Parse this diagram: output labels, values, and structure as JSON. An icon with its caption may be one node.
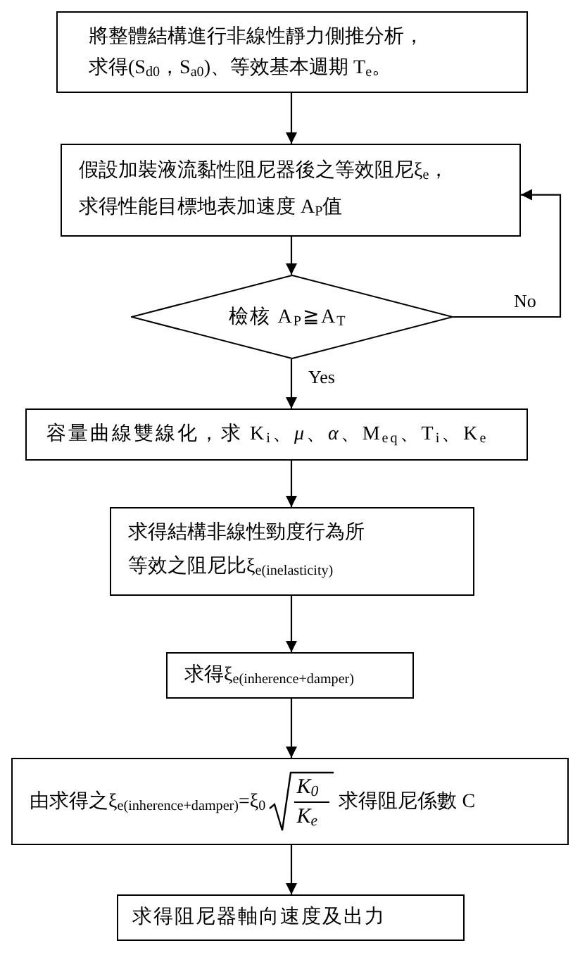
{
  "diagram": {
    "nodes": [
      {
        "text": [
          "將整體結構進行非線性靜力側推分析，求得(S$_{d0}$，S$_{a0}$)、等效基本週期 T$_{e}$。"
        ]
      },
      {
        "text": [
          "假設加裝液流黏性阻尼器後之等效阻尼ξ$_{e}$，求得性能目標地表加速度 A$_{P}$值"
        ]
      },
      {
        "text": [
          "檢核 A$_{P}$≧A$_{T}$"
        ]
      },
      {
        "text": [
          "容量曲線雙線化，求 K$_{i}$、*μ*、*α*、M$_{eq}$、T$_{i}$、K$_{e}$"
        ]
      },
      {
        "text": [
          "求得結構非線性勁度行為所等效之阻尼比ξ$_{e(inelasticity)}$"
        ]
      },
      {
        "text": [
          "求得ξ$_{e(inherence+damper)}$"
        ]
      },
      {
        "text": [
          "由求得之ξ$_{e(inherence+damper)}$=ξ$_{0}$",
          "K$_{0}$",
          "K$_{e}$",
          "求得阻尼係數 C"
        ]
      },
      {
        "text": [
          "求得阻尼器軸向速度及出力"
        ]
      }
    ],
    "edges": [
      {
        "from": 0,
        "to": 1,
        "arrow": "to"
      },
      {
        "from": 1,
        "to": 2,
        "arrow": "to"
      },
      {
        "from": 2,
        "to": 1,
        "arrow": "to",
        "label": "No"
      },
      {
        "from": 2,
        "to": 3,
        "arrow": "to",
        "label": "Yes"
      },
      {
        "from": 3,
        "to": 4,
        "arrow": "to"
      },
      {
        "from": 4,
        "to": 5,
        "arrow": "to"
      },
      {
        "from": 5,
        "to": 6,
        "arrow": "to"
      },
      {
        "from": 6,
        "to": 7,
        "arrow": "to"
      }
    ]
  }
}
